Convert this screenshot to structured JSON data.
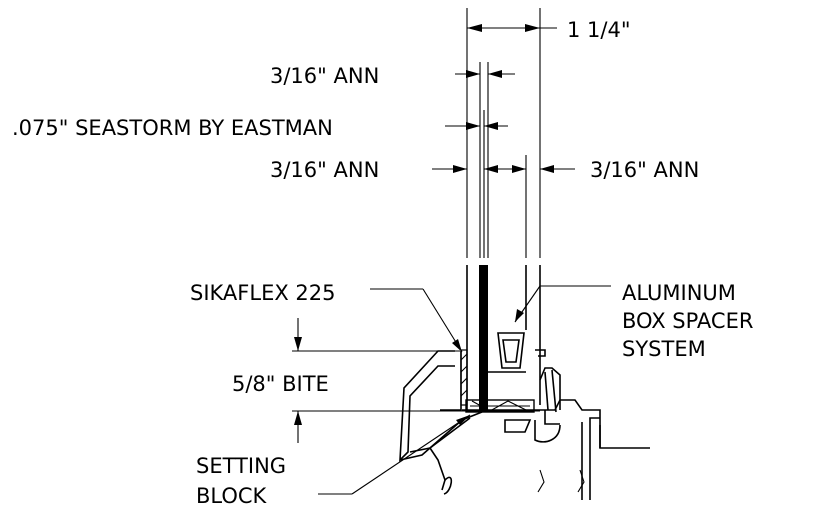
{
  "labels": {
    "overall": "1 1/4\"",
    "outer_lite": "3/16\" ANN",
    "interlayer": ".075\" SEASTORM BY EASTMAN",
    "inner_lite_left": "3/16\" ANN",
    "inner_lite_right": "3/16\" ANN",
    "sealant": "SIKAFLEX 225",
    "spacer_line1": "ALUMINUM",
    "spacer_line2": "BOX SPACER",
    "spacer_line3": "SYSTEM",
    "bite": "5/8\" BITE",
    "block_line1": "SETTING",
    "block_line2": "BLOCK"
  }
}
